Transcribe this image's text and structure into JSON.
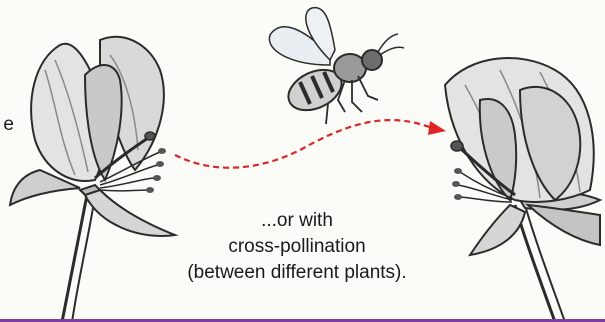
{
  "fragment_text": "e",
  "caption": {
    "line1": "...or with",
    "line2": "cross-pollination",
    "line3": "(between different plants)."
  },
  "colors": {
    "arrow": "#e02424",
    "bottom_rule": "#7b3fa0",
    "ink": "#2b2b2b",
    "petal_fill": "#e3e3e3",
    "petal_shade": "#bdbdbd"
  },
  "icons": {
    "left_flower": "flower-illustration",
    "right_flower": "flower-illustration",
    "bee": "bee-illustration",
    "arrow": "dashed-arrow"
  }
}
